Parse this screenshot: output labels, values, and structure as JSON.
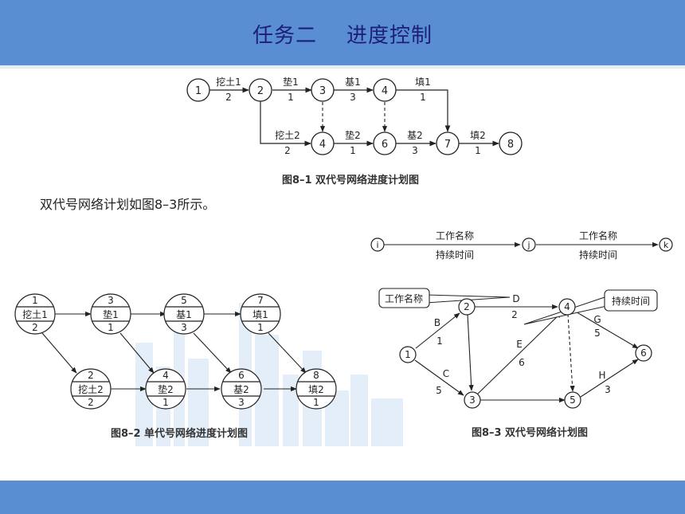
{
  "header": {
    "title": "任务二    进度控制"
  },
  "fig81": {
    "caption": "图8–1  双代号网络进度计划图",
    "nodes": [
      "1",
      "2",
      "3",
      "4",
      "4",
      "6",
      "7",
      "8"
    ],
    "arrows": [
      {
        "name": "挖土1",
        "dur": "2"
      },
      {
        "name": "垫1",
        "dur": "1"
      },
      {
        "name": "基1",
        "dur": "3"
      },
      {
        "name": "填1",
        "dur": "1"
      },
      {
        "name": "挖土2",
        "dur": "2"
      },
      {
        "name": "垫2",
        "dur": "1"
      },
      {
        "name": "基2",
        "dur": "3"
      },
      {
        "name": "填2",
        "dur": "1"
      }
    ]
  },
  "text_line": "双代号网络计划如图8–3所示。",
  "fig82": {
    "caption": "图8–2  单代号网络进度计划图",
    "nodes": [
      {
        "id": "1",
        "name": "挖土1",
        "dur": "2"
      },
      {
        "id": "3",
        "name": "垫1",
        "dur": "1"
      },
      {
        "id": "5",
        "name": "基1",
        "dur": "3"
      },
      {
        "id": "7",
        "name": "填1",
        "dur": "1"
      },
      {
        "id": "2",
        "name": "挖土2",
        "dur": "2"
      },
      {
        "id": "4",
        "name": "垫2",
        "dur": "1"
      },
      {
        "id": "6",
        "name": "基2",
        "dur": "3"
      },
      {
        "id": "8",
        "name": "填2",
        "dur": "1"
      }
    ]
  },
  "fig83": {
    "caption": "图8–3  双代号网络计划图",
    "legend": {
      "nodes": [
        "i",
        "j",
        "k"
      ],
      "work_name": "工作名称",
      "duration": "持续时间"
    },
    "callout_name": "工作名称",
    "callout_duration": "持续时间",
    "nodes": [
      "1",
      "2",
      "3",
      "4",
      "5",
      "6"
    ],
    "activities": [
      {
        "name": "B",
        "dur": "1"
      },
      {
        "name": "C",
        "dur": "5"
      },
      {
        "name": "D",
        "dur": "2"
      },
      {
        "name": "E",
        "dur": "6"
      },
      {
        "name": "G",
        "dur": "5"
      },
      {
        "name": "H",
        "dur": "3"
      }
    ]
  }
}
